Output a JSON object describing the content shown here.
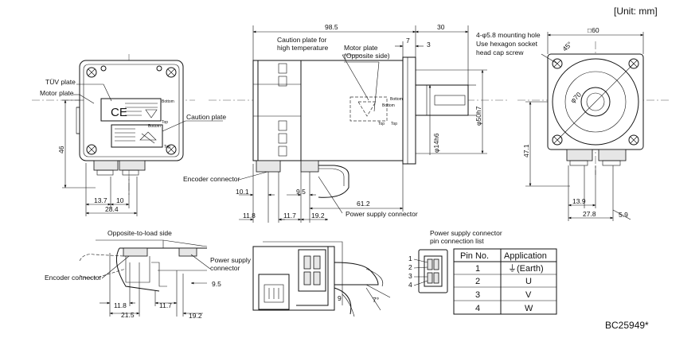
{
  "unit": "[Unit: mm]",
  "drawing_code": "BC25949*",
  "labels": {
    "tuv_plate": "TÜV plate",
    "motor_plate": "Motor plate",
    "caution_plate": "Caution plate",
    "caution_plate_high_temp": [
      "Caution plate for",
      "high temperature"
    ],
    "motor_plate_opposite": [
      "Motor plate",
      "(Opposite side)"
    ],
    "encoder_connector": "Encoder connector",
    "power_supply_connector": "Power supply connector",
    "power_supply_connector_2": [
      "Power supply",
      "connector"
    ],
    "mounting_hole": [
      "4-φ5.8 mounting hole",
      "Use hexagon socket",
      "head cap screw"
    ],
    "opposite_to_load_side": "Opposite-to-load side",
    "pin_list_title": [
      "Power supply connector",
      "pin connection list"
    ],
    "bottom": "Bottom",
    "top": "Top",
    "ce_mark": "CE"
  },
  "dims": {
    "d98_5": "98.5",
    "d30": "30",
    "d7": "7",
    "d3": "3",
    "sq60": "□60",
    "d46": "46",
    "d13_7": "13.7",
    "d10": "10",
    "d28_4": "28.4",
    "d10_1": "10.1",
    "d9_5": "9.5",
    "d61_2": "61.2",
    "d11_8": "11.8",
    "d11_7": "11.7",
    "d19_2": "19.2",
    "phi14h6": "φ14h6",
    "phi50h7": "φ50h7",
    "d47_1": "47.1",
    "d13_9": "13.9",
    "d27_8": "27.8",
    "d5_9": "5.9",
    "phi70": "φ70",
    "deg45": "45°",
    "d21_5": "21.5",
    "d9_5b": "9.5",
    "d11_8b": "11.8",
    "d11_7b": "11.7",
    "d19_2b": "19.2",
    "deg7": "7°",
    "d9": "9"
  },
  "pins": [
    "1",
    "2",
    "3",
    "4"
  ],
  "pin_table": {
    "headers": [
      "Pin No.",
      "Application"
    ],
    "rows": [
      {
        "pin": "1",
        "app": "⏚(Earth)"
      },
      {
        "pin": "2",
        "app": "U"
      },
      {
        "pin": "3",
        "app": "V"
      },
      {
        "pin": "4",
        "app": "W"
      }
    ]
  }
}
